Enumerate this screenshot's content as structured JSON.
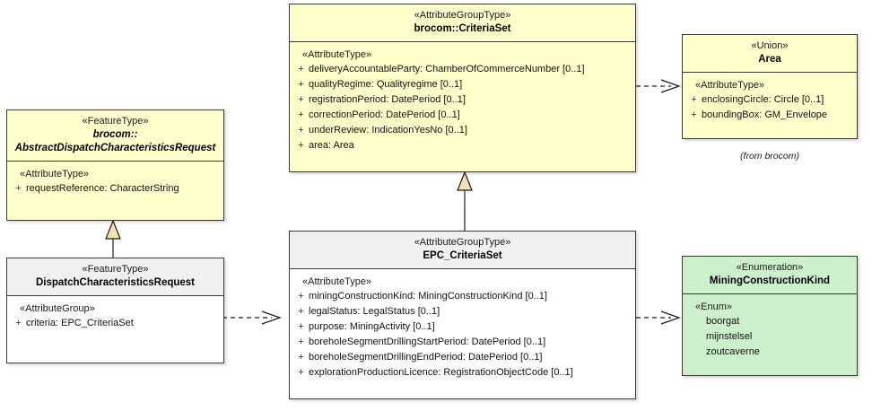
{
  "diagram": {
    "type": "uml-class-diagram",
    "background": "#ffffff",
    "colors": {
      "yellow_fill": "#ffffcc",
      "green_fill": "#ccf0cc",
      "gray_header_fill": "#f0f0f0",
      "white_fill": "#ffffff",
      "border": "#3a3a32",
      "generalization_arrow_fill": "#f5dfb5",
      "visibility_marker": "#23356b"
    }
  },
  "classes": {
    "criteria_set": {
      "stereotype": "«AttributeGroupType»",
      "name": "brocom::CriteriaSet",
      "abstract": false,
      "fill": "yellow",
      "group_stereotype": "«AttributeType»",
      "attributes": [
        {
          "visibility": "+",
          "text": "deliveryAccountableParty: ChamberOfCommerceNumber [0..1]"
        },
        {
          "visibility": "+",
          "text": "qualityRegime: Qualityregime [0..1]"
        },
        {
          "visibility": "+",
          "text": "registrationPeriod: DatePeriod [0..1]"
        },
        {
          "visibility": "+",
          "text": "correctionPeriod: DatePeriod [0..1]"
        },
        {
          "visibility": "+",
          "text": "underReview: IndicationYesNo [0..1]"
        },
        {
          "visibility": "+",
          "text": "area: Area"
        }
      ]
    },
    "area": {
      "stereotype": "«Union»",
      "name": "Area",
      "abstract": false,
      "fill": "yellow",
      "group_stereotype": "«AttributeType»",
      "attributes": [
        {
          "visibility": "+",
          "text": "enclosingCircle: Circle [0..1]"
        },
        {
          "visibility": "+",
          "text": "boundingBox: GM_Envelope"
        }
      ],
      "package_note": "(from brocom)"
    },
    "abstract_request": {
      "stereotype": "«FeatureType»",
      "name_line1": "brocom::",
      "name_line2": "AbstractDispatchCharacteristicsRequest",
      "abstract": true,
      "fill": "yellow",
      "group_stereotype": "«AttributeType»",
      "attributes": [
        {
          "visibility": "+",
          "text": "requestReference: CharacterString"
        }
      ]
    },
    "dispatch_request": {
      "stereotype": "«FeatureType»",
      "name": "DispatchCharacteristicsRequest",
      "abstract": false,
      "fill": "gray",
      "group_stereotype": "«AttributeGroup»",
      "attributes": [
        {
          "visibility": "+",
          "text": "criteria: EPC_CriteriaSet"
        }
      ]
    },
    "epc_criteria_set": {
      "stereotype": "«AttributeGroupType»",
      "name": "EPC_CriteriaSet",
      "abstract": false,
      "fill": "gray",
      "group_stereotype": "«AttributeType»",
      "attributes": [
        {
          "visibility": "+",
          "text": "miningConstructionKind: MiningConstructionKind [0..1]"
        },
        {
          "visibility": "+",
          "text": "legalStatus: LegalStatus [0..1]"
        },
        {
          "visibility": "+",
          "text": "purpose: MiningActivity [0..1]"
        },
        {
          "visibility": "+",
          "text": "boreholeSegmentDrillingStartPeriod: DatePeriod [0..1]"
        },
        {
          "visibility": "+",
          "text": "boreholeSegmentDrillingEndPeriod: DatePeriod [0..1]"
        },
        {
          "visibility": "+",
          "text": "explorationProductionLicence: RegistrationObjectCode [0..1]"
        }
      ]
    },
    "mining_construction_kind": {
      "stereotype": "«Enumeration»",
      "name": "MiningConstructionKind",
      "abstract": false,
      "fill": "green",
      "group_stereotype": "«Enum»",
      "literals": [
        "boorgat",
        "mijnstelsel",
        "zoutcaverne"
      ]
    }
  },
  "relationships": [
    {
      "name": "criteria-set-to-area",
      "kind": "dependency",
      "style": "dashed-open-arrow",
      "from": "criteria_set",
      "to": "area"
    },
    {
      "name": "epc-to-criteria-set",
      "kind": "generalization",
      "style": "solid-hollow-triangle",
      "from": "epc_criteria_set",
      "to": "criteria_set"
    },
    {
      "name": "dispatch-to-abstract-request",
      "kind": "generalization",
      "style": "solid-hollow-triangle",
      "from": "dispatch_request",
      "to": "abstract_request"
    },
    {
      "name": "dispatch-to-epc-criteria-set",
      "kind": "dependency",
      "style": "dashed-open-arrow",
      "from": "dispatch_request",
      "to": "epc_criteria_set"
    },
    {
      "name": "epc-to-mining-construction-kind",
      "kind": "dependency",
      "style": "dashed-open-arrow",
      "from": "epc_criteria_set",
      "to": "mining_construction_kind"
    }
  ]
}
